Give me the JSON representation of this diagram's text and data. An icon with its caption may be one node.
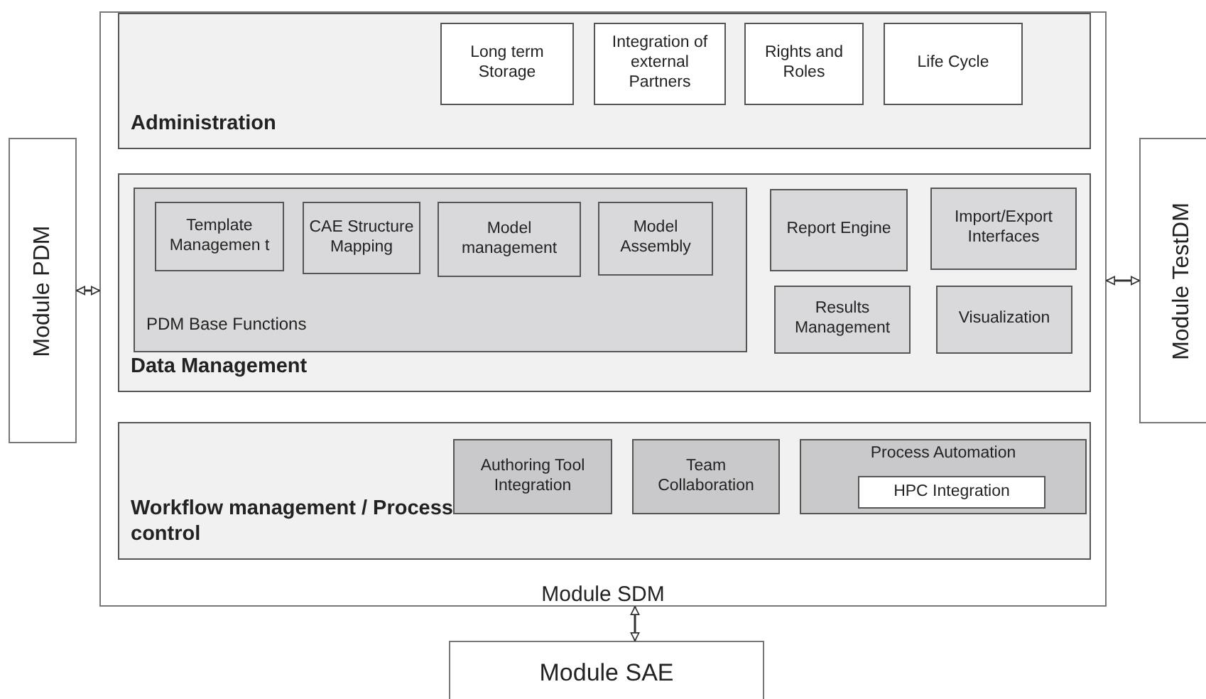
{
  "diagram": {
    "nodes": [
      {
        "text": [
          "Module PDM"
        ]
      },
      {
        "text": [
          "Module SDM"
        ]
      },
      {
        "text": [
          "Administration"
        ],
        "in": 1
      },
      {
        "text": [
          "Long term Storage"
        ],
        "in": 2
      },
      {
        "text": [
          "Integration of external Partners"
        ],
        "in": 2
      },
      {
        "text": [
          "Rights and Roles"
        ],
        "in": 2
      },
      {
        "text": [
          "Life Cycle"
        ],
        "in": 2
      },
      {
        "text": [
          "Data Management"
        ],
        "in": 1
      },
      {
        "text": [
          "PDM Base Functions"
        ],
        "in": 7
      },
      {
        "text": [
          "Template Managemen t"
        ],
        "in": 8
      },
      {
        "text": [
          "CAE Structure Mapping"
        ],
        "in": 8
      },
      {
        "text": [
          "Model management"
        ],
        "in": 8
      },
      {
        "text": [
          "Model Assembly"
        ],
        "in": 8
      },
      {
        "text": [
          "Report Engine"
        ],
        "in": 7
      },
      {
        "text": [
          "Import/Export Interfaces"
        ],
        "in": 7
      },
      {
        "text": [
          "Results Management"
        ],
        "in": 7
      },
      {
        "text": [
          "Visualization"
        ],
        "in": 7
      },
      {
        "text": [
          "Workflow management / Process control"
        ],
        "in": 1
      },
      {
        "text": [
          "Authoring Tool Integration"
        ],
        "in": 17
      },
      {
        "text": [
          "Team Collaboration"
        ],
        "in": 17
      },
      {
        "text": [
          "Process Automation"
        ],
        "in": 17
      },
      {
        "text": [
          "HPC Integration"
        ],
        "in": 20
      },
      {
        "text": [
          "Module TestDM"
        ]
      },
      {
        "text": [
          "Module SAE"
        ]
      }
    ],
    "edges": [
      {
        "from": 0,
        "to": 1,
        "arrow": "both"
      },
      {
        "from": 1,
        "to": 22,
        "arrow": "both"
      },
      {
        "from": 1,
        "to": 23,
        "arrow": "both"
      }
    ]
  }
}
